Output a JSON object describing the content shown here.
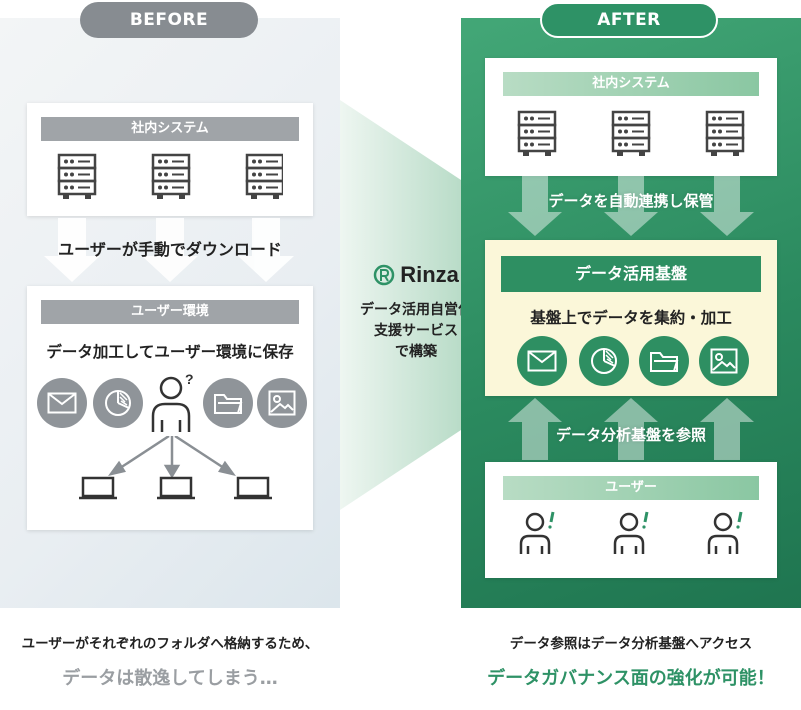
{
  "before": {
    "tag": "BEFORE",
    "internal_system_label": "社内システム",
    "download_text": "ユーザーが手動でダウンロード",
    "user_env_label": "ユーザー環境",
    "user_env_text": "データ加工してユーザー環境に保存",
    "footer_line1": "ユーザーがそれぞれのフォルダへ格納するため、",
    "footer_line2": "データは散逸してしまう…"
  },
  "center": {
    "brand": "Rinza",
    "text_line1": "データ活用自営化",
    "text_line2": "支援サービス",
    "text_line3": "で構築"
  },
  "after": {
    "tag": "AFTER",
    "internal_system_label": "社内システム",
    "auto_link_text": "データを自動連携し保管",
    "platform_label": "データ活用基盤",
    "platform_text": "基盤上でデータを集約・加工",
    "reference_text": "データ分析基盤を参照",
    "users_label": "ユーザー",
    "footer_line1": "データ参照はデータ分析基盤へアクセス",
    "footer_line2": "データガバナンス面の強化が可能！"
  },
  "colors": {
    "before_gray": "#878c91",
    "after_green": "#2e9266",
    "footer_gray": "#9a9ea2",
    "footer_green": "#2e9266"
  },
  "icons": [
    "server-icon",
    "mail-icon",
    "chart-icon",
    "folder-icon",
    "image-icon",
    "user-icon",
    "laptop-icon"
  ]
}
